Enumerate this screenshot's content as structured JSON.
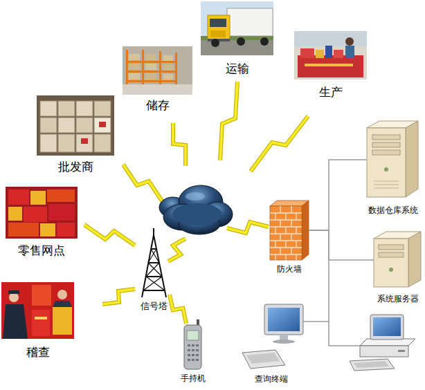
{
  "diagram": {
    "nodes": [
      {
        "text": [
          "运输"
        ]
      },
      {
        "text": [
          "生产"
        ]
      },
      {
        "text": [
          "储存"
        ]
      },
      {
        "text": [
          "批发商"
        ]
      },
      {
        "text": [
          "零售网点"
        ]
      },
      {
        "text": [
          "稽查"
        ]
      },
      {
        "text": [
          "信号塔"
        ]
      },
      {
        "text": [
          "手持机"
        ]
      },
      {
        "text": [
          "防火墙"
        ]
      },
      {
        "text": [
          "数据仓库系统"
        ]
      },
      {
        "text": [
          "系统服务器"
        ]
      },
      {
        "text": [
          "查询终端"
        ]
      }
    ],
    "edges": [
      {
        "from": 8,
        "to": 9,
        "arrow": "none"
      },
      {
        "from": 8,
        "to": 10,
        "arrow": "none"
      },
      {
        "from": 8,
        "to": 11,
        "arrow": "none"
      },
      {
        "from": 6,
        "to": 7,
        "arrow": "none"
      }
    ]
  }
}
